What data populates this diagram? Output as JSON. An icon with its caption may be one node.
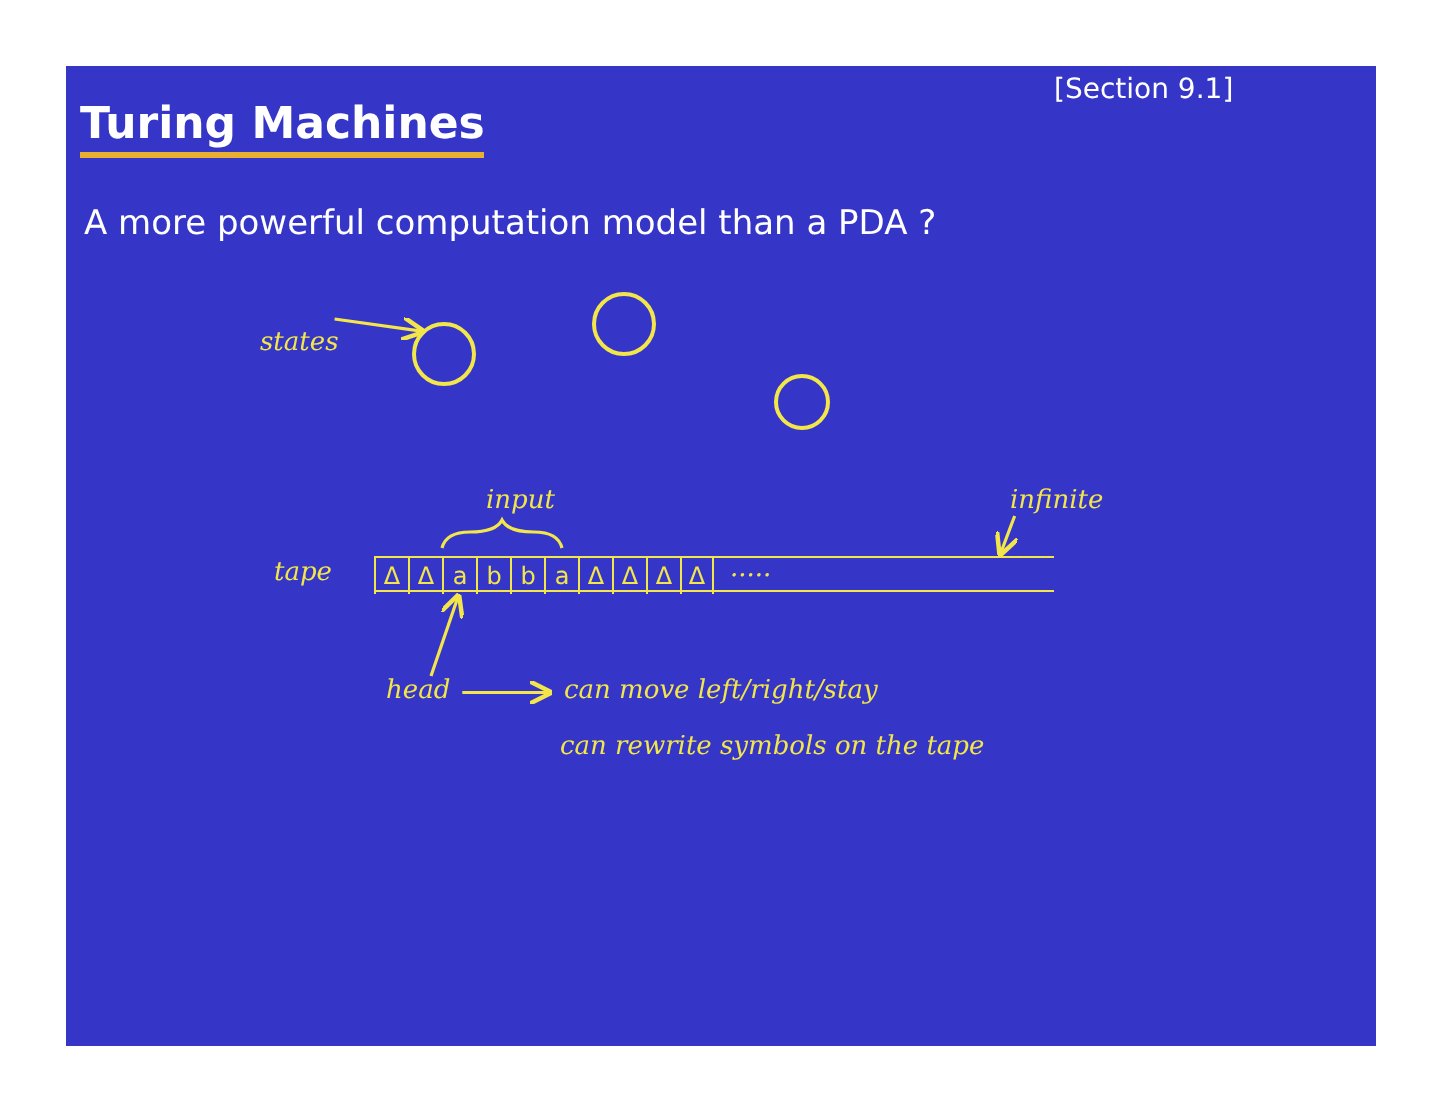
{
  "diagram": {
    "title": "Turing Machines",
    "nodes": [
      {
        "text": [
          "states"
        ]
      },
      {
        "text": [],
        "shape": "circle"
      },
      {
        "text": [],
        "shape": "circle"
      },
      {
        "text": [],
        "shape": "circle"
      },
      {
        "text": [
          "tape",
          "....."
        ]
      },
      {
        "text": [
          "Δ"
        ],
        "in": 4
      },
      {
        "text": [
          "Δ"
        ],
        "in": 4
      },
      {
        "text": [
          "a"
        ],
        "in": 4
      },
      {
        "text": [
          "b"
        ],
        "in": 4
      },
      {
        "text": [
          "b"
        ],
        "in": 4
      },
      {
        "text": [
          "a"
        ],
        "in": 4
      },
      {
        "text": [
          "Δ"
        ],
        "in": 4
      },
      {
        "text": [
          "Δ"
        ],
        "in": 4
      },
      {
        "text": [
          "Δ"
        ],
        "in": 4
      },
      {
        "text": [
          "Δ"
        ],
        "in": 4
      },
      {
        "text": [
          "infinite"
        ]
      },
      {
        "text": [
          "head"
        ]
      },
      {
        "text": [
          "can move left/right/stay"
        ]
      }
    ],
    "edges": [
      {
        "from": 0,
        "to": 1,
        "arrow": "to"
      },
      {
        "from": 15,
        "to": 4,
        "arrow": "to"
      },
      {
        "from": 16,
        "to": 7,
        "arrow": "to"
      },
      {
        "from": 16,
        "to": 17,
        "arrow": "to"
      }
    ],
    "labels": [
      "[Section 9.1]",
      "A more powerful computation model than a PDA ?",
      "input",
      "can rewrite symbols on the tape"
    ]
  }
}
